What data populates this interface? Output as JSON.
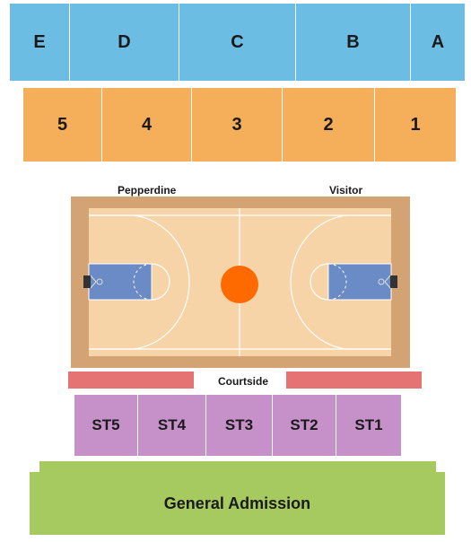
{
  "upper_sections": [
    {
      "id": "E",
      "label": "E"
    },
    {
      "id": "D",
      "label": "D"
    },
    {
      "id": "C",
      "label": "C"
    },
    {
      "id": "B",
      "label": "B"
    },
    {
      "id": "A",
      "label": "A"
    }
  ],
  "lower_sections": [
    {
      "id": "5",
      "label": "5"
    },
    {
      "id": "4",
      "label": "4"
    },
    {
      "id": "3",
      "label": "3"
    },
    {
      "id": "2",
      "label": "2"
    },
    {
      "id": "1",
      "label": "1"
    }
  ],
  "bench_labels": {
    "home": "Pepperdine",
    "visitor": "Visitor"
  },
  "courtside": {
    "label": "Courtside"
  },
  "floor_sections": [
    {
      "id": "ST5",
      "label": "ST5"
    },
    {
      "id": "ST4",
      "label": "ST4"
    },
    {
      "id": "ST3",
      "label": "ST3"
    },
    {
      "id": "ST2",
      "label": "ST2"
    },
    {
      "id": "ST1",
      "label": "ST1"
    }
  ],
  "general_admission": {
    "label": "General Admission"
  },
  "colors": {
    "upper": "#6cbde4",
    "lower": "#f5ae5a",
    "courtside": "#e57373",
    "floor": "#c591c8",
    "general_admission": "#a6ca60",
    "court_border": "#d4a373",
    "court_floor": "#f6d4a8",
    "paint": "#6a8bc6",
    "center_ball": "#ff6a00"
  }
}
